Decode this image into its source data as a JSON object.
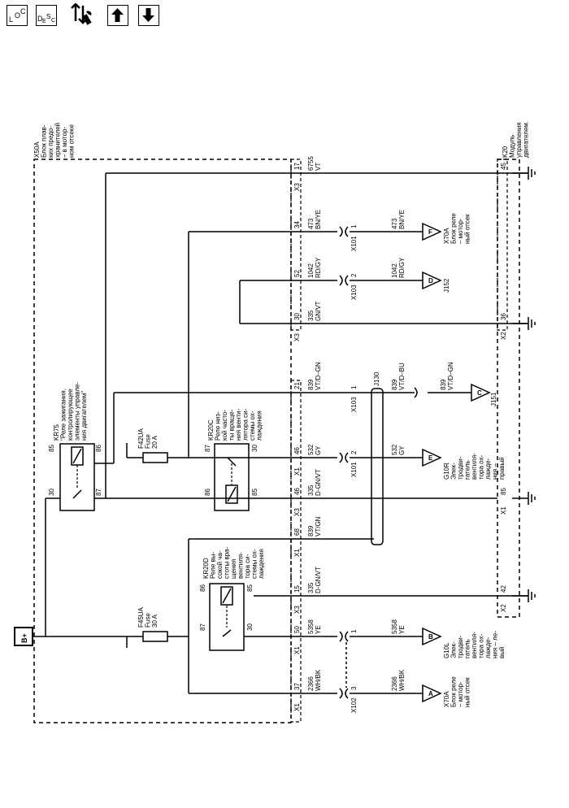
{
  "toolbar": {
    "loc": "LOC",
    "loc_l": "L",
    "loc_o": "O",
    "loc_c": "C",
    "desc_d": "D",
    "desc_e": "E",
    "desc_s": "S",
    "desc_c": "C"
  },
  "labels": {
    "battery": "B+",
    "x50a": [
      "X50A",
      "Блок плав-",
      "ких предо-",
      "хранителей",
      "– в мотор-",
      "ном отсеке"
    ],
    "k20": [
      "K20",
      "Модуль",
      "управления",
      "двигателем."
    ],
    "kr75": [
      "KR75",
      "\"Реле зажигания,",
      "контролирующее",
      "элементы управле-",
      "ния двигателем\""
    ],
    "kr20c": [
      "KR20C",
      "Реле низ-",
      "кой часто-",
      "ты враще-",
      "ния венти-",
      "лятора си-",
      "стемы ох-",
      "лаждения"
    ],
    "kr20d": [
      "KR20D",
      "Реле вы-",
      "сокой ча-",
      "стоты вра-",
      "щения",
      "вентиля-",
      "тора си-",
      "стемы ох-",
      "лаждения"
    ],
    "f42ua": [
      "F42UA",
      "Fuse",
      "20 A"
    ],
    "f45ua": [
      "F45UA",
      "Fuse",
      "30 A"
    ],
    "x70a_top": [
      "X70A",
      "Блок реле",
      "– мотор-",
      "ный отсек"
    ],
    "x70a_bot": [
      "X70A",
      "Блок реле",
      "– мотор-",
      "ный отсек"
    ],
    "g10r": [
      "G10R",
      "Элек-",
      "тродви-",
      "гатель",
      "вентиля-",
      "тора ох-",
      "лажде-",
      "ния –",
      "правый"
    ],
    "g10l": [
      "G10L",
      "Элек-",
      "тродви-",
      "гатель",
      "вентиля-",
      "тора ох-",
      "лажде-",
      "ния – ле-",
      "вый"
    ],
    "j152": "J152",
    "j151": "J151",
    "j130": "J130"
  },
  "wires": [
    {
      "pin": "17",
      "conn": "X3",
      "circuit": "6755",
      "color": "VT",
      "k20pin": "45"
    },
    {
      "pin": "34",
      "conn": "",
      "circuit": "473",
      "color": "BN/YE",
      "inline": "X101",
      "inline_pin": "1",
      "circuit2": "473",
      "color2": "BN/YE",
      "dest": "F"
    },
    {
      "pin": "52",
      "conn": "",
      "circuit": "1042",
      "color": "RD/GY",
      "inline": "X103",
      "inline_pin": "2",
      "circuit2": "1042",
      "color2": "RD/GY",
      "dest": "D"
    },
    {
      "pin": "30",
      "conn": "X3",
      "circuit": "335",
      "color": "GN/VT",
      "k20pin": "36",
      "k20conn": "X2"
    },
    {
      "pin": "21",
      "conn": "",
      "circuit": "839",
      "color": "VT/D–GN",
      "circuit2": "839",
      "color2": "VT/D–BU",
      "inline": "X103",
      "inline_pin": "1",
      "circuit3": "839",
      "color3": "VT/D–GN",
      "dest": "C"
    },
    {
      "pin": "46",
      "conn": "X1",
      "circuit": "532",
      "color": "GY",
      "inline": "X101",
      "inline_pin": "2",
      "circuit2": "532",
      "color2": "GY",
      "dest": "E"
    },
    {
      "pin": "46",
      "conn": "X3",
      "circuit": "335",
      "color": "D-GN/VT",
      "k20pin": "85",
      "k20conn": "X1"
    },
    {
      "pin": "68",
      "conn": "X1",
      "circuit": "839",
      "color": "VT/GN"
    },
    {
      "pin": "15",
      "conn": "X3",
      "circuit": "335",
      "color": "D-GN/VT",
      "k20pin": "42",
      "k20conn": "X2"
    },
    {
      "pin": "50",
      "conn": "X1",
      "circuit": "5358",
      "color": "YE",
      "inline_pin": "1",
      "circuit2": "5358",
      "color2": "YE",
      "dest": "B"
    },
    {
      "pin": "37",
      "conn": "X1",
      "circuit": "2366",
      "color": "WH/BK",
      "inline": "X102",
      "inline_pin": "3",
      "circuit2": "2366",
      "color2": "WH/BK",
      "dest": "A"
    }
  ],
  "relay_pins": {
    "kr75": [
      "85",
      "30",
      "86",
      "87"
    ],
    "kr20c": [
      "87",
      "86",
      "30",
      "85"
    ],
    "kr20d": [
      "86",
      "85",
      "87",
      "30"
    ]
  }
}
